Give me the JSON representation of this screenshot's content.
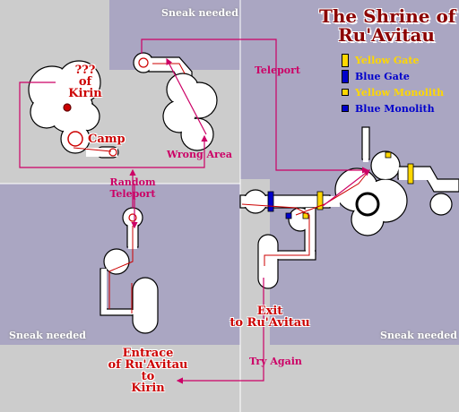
{
  "title_line1": "The Shrine of",
  "title_line2": "Ru'Avitau",
  "legend": [
    {
      "label": "Yellow Gate",
      "color": "#ffd700",
      "shape": "gate"
    },
    {
      "label": "Blue Gate",
      "color": "#0000cc",
      "shape": "gate"
    },
    {
      "label": "Yellow Monolith",
      "color": "#ffd700",
      "shape": "monolith"
    },
    {
      "label": "Blue Monolith",
      "color": "#0000cc",
      "shape": "monolith"
    }
  ],
  "areas": {
    "sneak_top": "Sneak needed",
    "sneak_bottom_left": "Sneak needed",
    "sneak_bottom_right": "Sneak needed"
  },
  "labels": {
    "kirin_line1": "???",
    "kirin_line2": "of",
    "kirin_line3": "Kirin",
    "camp": "Camp",
    "teleport": "Teleport",
    "wrong_area": "Wrong Area",
    "random_teleport_line1": "Random",
    "random_teleport_line2": "Teleport",
    "exit_line1": "Exit",
    "exit_line2": "to Ru'Avitau",
    "try_again": "Try Again",
    "entrance_line1": "Entrace",
    "entrance_line2": "of Ru'Avitau",
    "entrance_line3": "to",
    "entrance_line4": "Kirin"
  },
  "colors": {
    "background": "#cccccc",
    "sneak_zone": "#aaa6c2",
    "room": "#ffffff",
    "route": "#cc0066",
    "path_line": "#cc0000"
  }
}
